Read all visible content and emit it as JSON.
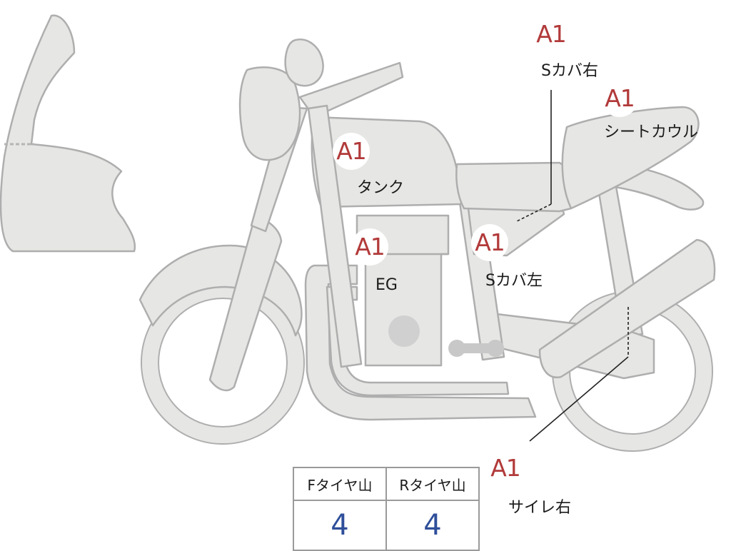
{
  "parts": [
    {
      "id": "s-cover-right",
      "grade": "A1",
      "label": "Sカバ右"
    },
    {
      "id": "seat-cowl",
      "grade": "A1",
      "label": "シートカウル"
    },
    {
      "id": "tank",
      "grade": "A1",
      "label": "タンク"
    },
    {
      "id": "engine",
      "grade": "A1",
      "label": "EG"
    },
    {
      "id": "s-cover-left",
      "grade": "A1",
      "label": "Sカバ左"
    },
    {
      "id": "muffler-right",
      "grade": "A1",
      "label": "サイレ右"
    }
  ],
  "tires": {
    "headers": [
      "Fタイヤ山",
      "Rタイヤ山"
    ],
    "values": [
      "4",
      "4"
    ]
  },
  "colors": {
    "part_fill": "#e6e6e4",
    "part_outline": "#aeaeae",
    "grade_text": "#b23a3a",
    "tire_value_text": "#2f4f9a"
  }
}
